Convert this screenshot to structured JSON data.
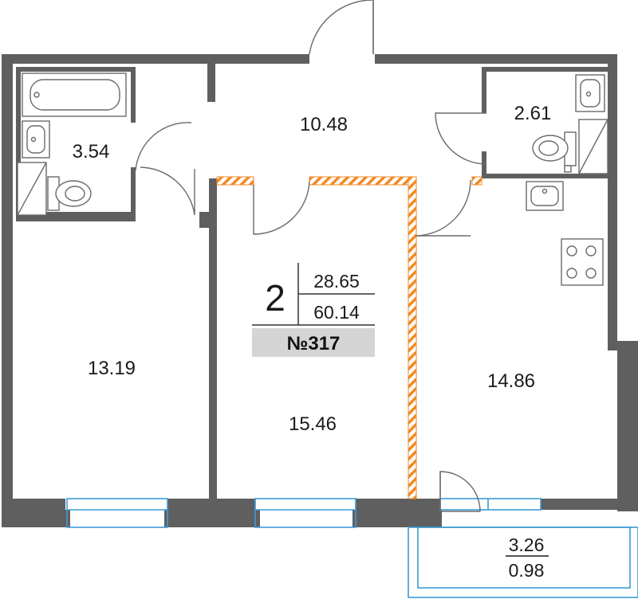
{
  "rooms": {
    "hall_area": "10.48",
    "bathroom_area": "3.54",
    "wc_area": "2.61",
    "bedroom_area": "13.19",
    "living_area": "15.46",
    "kitchen_area": "14.86"
  },
  "info": {
    "rooms_count": "2",
    "living_area": "28.65",
    "total_area": "60.14",
    "number": "№317"
  },
  "balcony": {
    "area": "3.26",
    "reduced_area": "0.98"
  },
  "colors": {
    "wall": "#5f5f5f",
    "partition_hatch": "#f08a24",
    "window": "#3d9bd6",
    "badge_bg": "#d4d4d4"
  }
}
